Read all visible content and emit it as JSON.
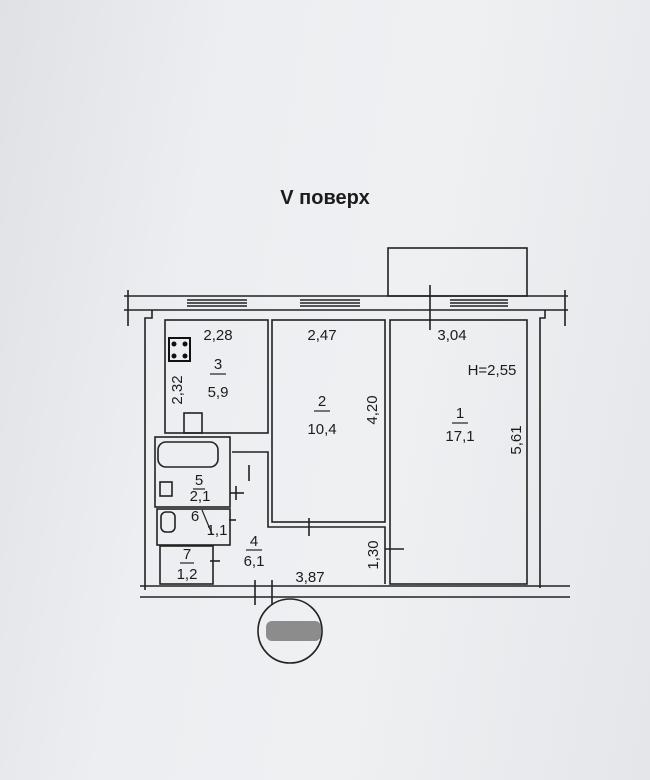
{
  "title": "V поверх",
  "ceiling_height": "H=2,55",
  "rooms": [
    {
      "number": "1",
      "area": "17,1"
    },
    {
      "number": "2",
      "area": "10,4"
    },
    {
      "number": "3",
      "area": "5,9"
    },
    {
      "number": "4",
      "area": "6,1"
    },
    {
      "number": "5",
      "area": "2,1"
    },
    {
      "number": "6",
      "area": "1,1"
    },
    {
      "number": "7",
      "area": "1,2"
    }
  ],
  "dimensions": {
    "kitchen_width": "2,28",
    "kitchen_depth": "2,32",
    "room2_width": "2,47",
    "room2_depth": "4,20",
    "room1_width": "3,04",
    "room1_depth": "5,61",
    "hall_width": "3,87",
    "hall_depth": "1,30"
  }
}
